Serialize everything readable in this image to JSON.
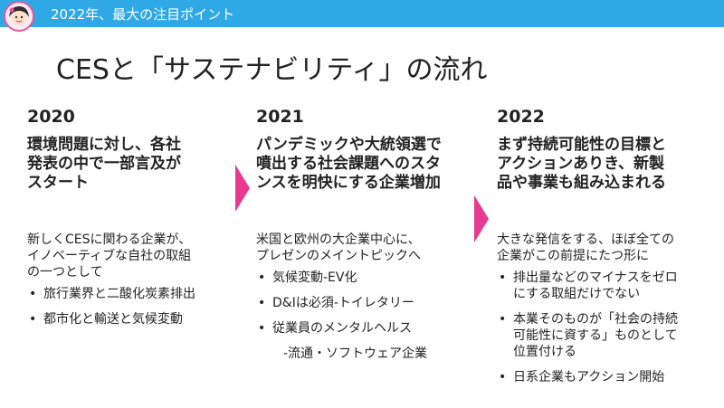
{
  "header": {
    "title": "2022年、最大の注目ポイント",
    "logo_icon": "character-avatar-icon"
  },
  "slide_title": "CESと「サステナビリティ」の流れ",
  "accent_color": "#e8388f",
  "bar_color": "#2fa8e6",
  "columns": [
    {
      "year": "2020",
      "headline": [
        "環境問題に対し、各社",
        "発表の中で一部言及が",
        "スタート"
      ],
      "desc": [
        "新しくCESに関わる企業が、",
        "イノベーティブな自社の取組",
        "の一つとして"
      ],
      "bullets": [
        "旅行業界と二酸化炭素排出",
        "都市化と輸送と気候変動"
      ]
    },
    {
      "year": "2021",
      "headline": [
        "パンデミックや大統領選で",
        "噴出する社会課題へのスタ",
        "ンスを明快にする企業増加"
      ],
      "desc": [
        "米国と欧州の大企業中心に、",
        "プレゼンのメイントピックへ"
      ],
      "bullets": [
        "気候変動-EV化",
        "D&Iは必須-トイレタリー",
        "従業員のメンタルヘルス"
      ],
      "sub_bullet": "-流通・ソフトウェア企業"
    },
    {
      "year": "2022",
      "headline": [
        "まず持続可能性の目標と",
        "アクションありき、新製",
        "品や事業も組み込まれる"
      ],
      "desc": [
        "大きな発信をする、ほぼ全ての",
        "企業がこの前提にたつ形に"
      ],
      "bullets": [
        [
          "排出量などのマイナスをゼロ",
          "にする取組だけでない"
        ],
        [
          "本業そのものが「社会の持続",
          "可能性に資する」ものとして",
          "位置付ける"
        ],
        [
          "日系企業もアクション開始"
        ]
      ]
    }
  ]
}
